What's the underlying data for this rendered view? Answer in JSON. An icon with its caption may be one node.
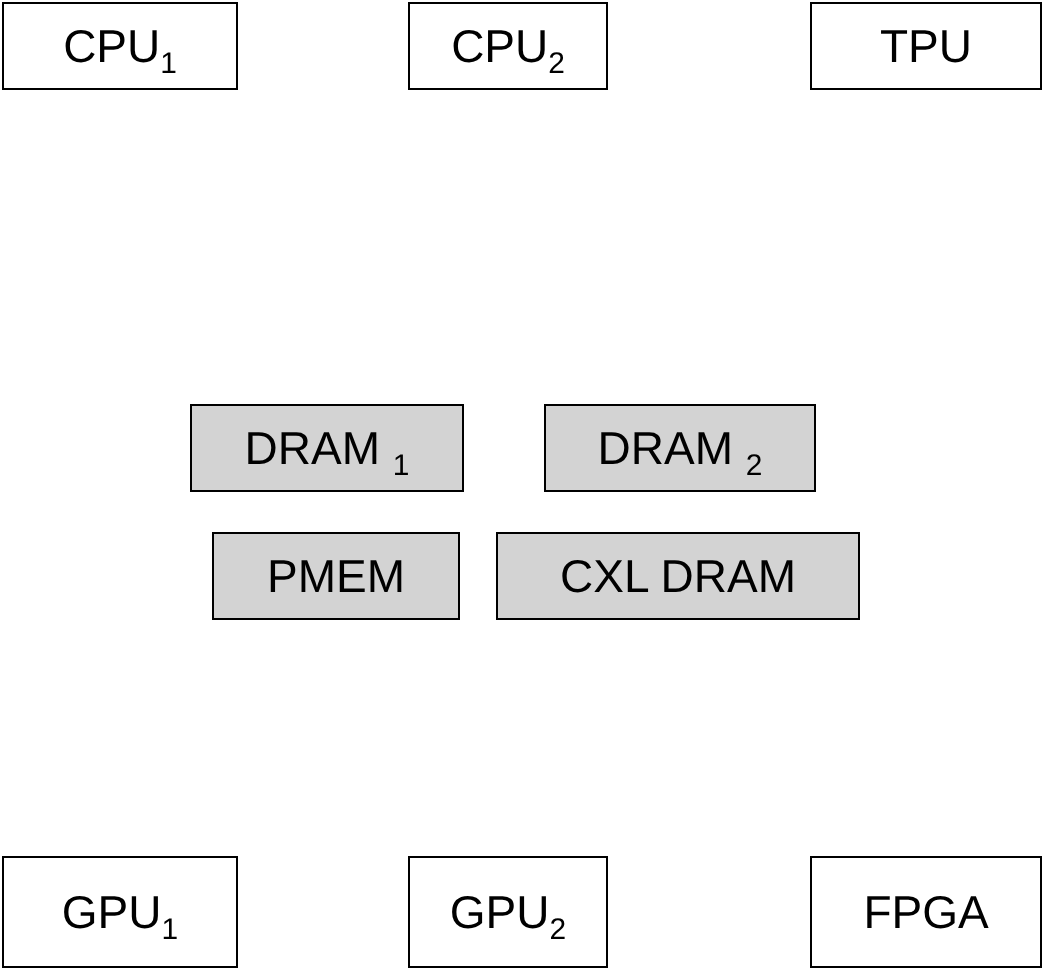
{
  "diagram": {
    "nodes": [
      {
        "text": [
          "CPU$_{1}$"
        ]
      },
      {
        "text": [
          "CPU$_{2}$"
        ]
      },
      {
        "text": [
          "TPU"
        ]
      },
      {
        "text": [
          "DRAM $_{1}$"
        ]
      },
      {
        "text": [
          "DRAM $_{2}$"
        ]
      },
      {
        "text": [
          "PMEM"
        ]
      },
      {
        "text": [
          "CXL DRAM"
        ]
      },
      {
        "text": [
          "GPU$_{1}$"
        ]
      },
      {
        "text": [
          "GPU$_{2}$"
        ]
      },
      {
        "text": [
          "FPGA"
        ]
      }
    ]
  }
}
